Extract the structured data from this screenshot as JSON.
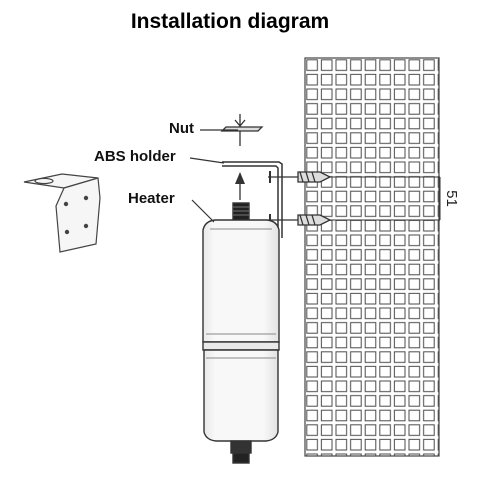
{
  "title": "Installation diagram",
  "labels": {
    "nut": "Nut",
    "holder": "ABS holder",
    "heater": "Heater"
  },
  "dimension": "51",
  "colors": {
    "stroke": "#3a3a3a",
    "heater_fill": "#f4f4f4",
    "wall_stroke": "#555555",
    "background": "#ffffff"
  },
  "icons": [
    "bracket-icon",
    "nut-icon",
    "screw-icon",
    "heater-icon",
    "wall-icon"
  ]
}
